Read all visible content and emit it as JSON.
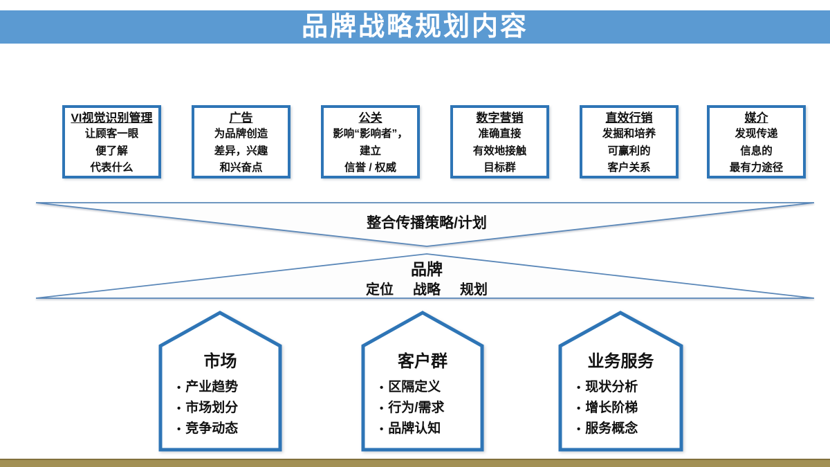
{
  "slide_title": "品牌战略规划内容",
  "colors": {
    "band-blue": "#5b9ad2",
    "box-border-blue": "#2e75b6",
    "funnel-line-blue": "#5a87b8",
    "gold-band": "#a29054",
    "gold-band-dark": "#82703c",
    "text-black": "#111111"
  },
  "bullet_glyph": "•",
  "top_boxes": [
    {
      "title": "VI视觉识别管理",
      "lines": [
        "让顾客一眼",
        "便了解",
        "代表什么"
      ]
    },
    {
      "title": "广告",
      "lines": [
        "为品牌创造",
        "差异，兴趣",
        "和兴奋点"
      ]
    },
    {
      "title": "公关",
      "lines": [
        "影响“影响者”，",
        "建立",
        "信誉 / 权威"
      ]
    },
    {
      "title": "数字营销",
      "lines": [
        "准确直接",
        "有效地接触",
        "目标群"
      ]
    },
    {
      "title": "直效行销",
      "lines": [
        "发掘和培养",
        "可赢利的",
        "客户关系"
      ]
    },
    {
      "title": "媒介",
      "lines": [
        "发现传递",
        "信息的",
        "最有力途径"
      ]
    }
  ],
  "funnel": {
    "integration_label": "整合传播策略/计划",
    "brand_label": "品牌",
    "brand_terms": [
      "定位",
      "战略",
      "规划"
    ]
  },
  "houses": [
    {
      "title": "市场",
      "bullets": [
        "产业趋势",
        "市场划分",
        "竞争动态"
      ]
    },
    {
      "title": "客户群",
      "bullets": [
        "区隔定义",
        "行为/需求",
        "品牌认知"
      ]
    },
    {
      "title": "业务服务",
      "bullets": [
        "现状分析",
        "增长阶梯",
        "服务概念"
      ]
    }
  ]
}
